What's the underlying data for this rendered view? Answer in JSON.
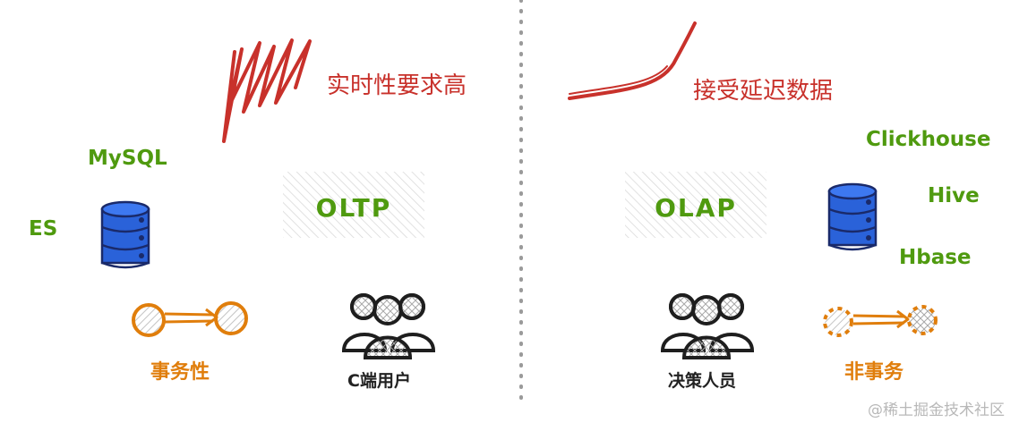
{
  "left": {
    "realtime_label": "实时性要求高",
    "system_label": "OLTP",
    "db_names": [
      "MySQL",
      "ES"
    ],
    "transaction_label": "事务性",
    "users_label": "C端用户"
  },
  "right": {
    "latency_label": "接受延迟数据",
    "system_label": "OLAP",
    "db_names": [
      "Clickhouse",
      "Hive",
      "Hbase"
    ],
    "transaction_label": "非事务",
    "users_label": "决策人员"
  },
  "watermark": "@稀土掘金技术社区",
  "colors": {
    "green": "#4f9a0f",
    "red": "#c8312b",
    "orange": "#e07e0c",
    "db_blue": "#2a62d9",
    "divider": "#9a9a9a"
  }
}
